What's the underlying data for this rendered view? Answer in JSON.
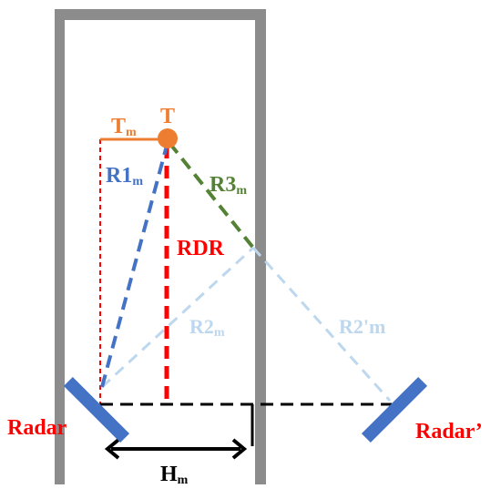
{
  "colors": {
    "wall": "#8c8c8c",
    "radar": "#4472c4",
    "target": "#ed7d31",
    "rdr": "#ff0000",
    "r1": "#4472c4",
    "r2": "#bdd7ee",
    "r3": "#548235",
    "baseline": "#000000"
  },
  "labels": {
    "target": "T",
    "tm": "T",
    "tm_sub": "m",
    "r1": "R1",
    "r1_sub": "m",
    "r3": "R3",
    "r3_sub": "m",
    "rdr": "RDR",
    "r2": "R2",
    "r2_sub": "m",
    "r2prime": "R2'm",
    "hm": "H",
    "hm_sub": "m",
    "radar": "Radar",
    "radar_prime": "Radar’"
  }
}
